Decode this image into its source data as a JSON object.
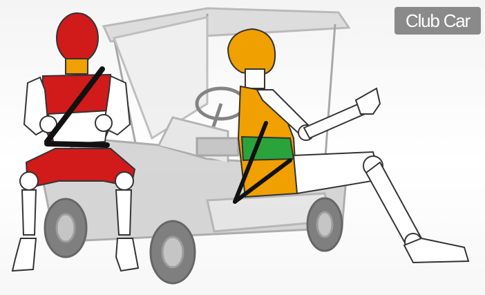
{
  "brand": {
    "logo_text": "Club Car",
    "logo_color": "#8a8a8a"
  },
  "scene": {
    "vehicle": "golf-cart",
    "figures": [
      {
        "name": "seated-dummy",
        "pose": "seated",
        "belt": "three-point",
        "colors": {
          "head": "#d11a1a",
          "neck": "#f0a000",
          "torso": "#d11a1a"
        }
      },
      {
        "name": "ejected-dummy",
        "pose": "leaning-out",
        "belt": "lap",
        "colors": {
          "head": "#f0a000",
          "torso": "#f0a000",
          "belt_band": "#2aa33a"
        }
      }
    ],
    "belt_color": "#111111"
  }
}
